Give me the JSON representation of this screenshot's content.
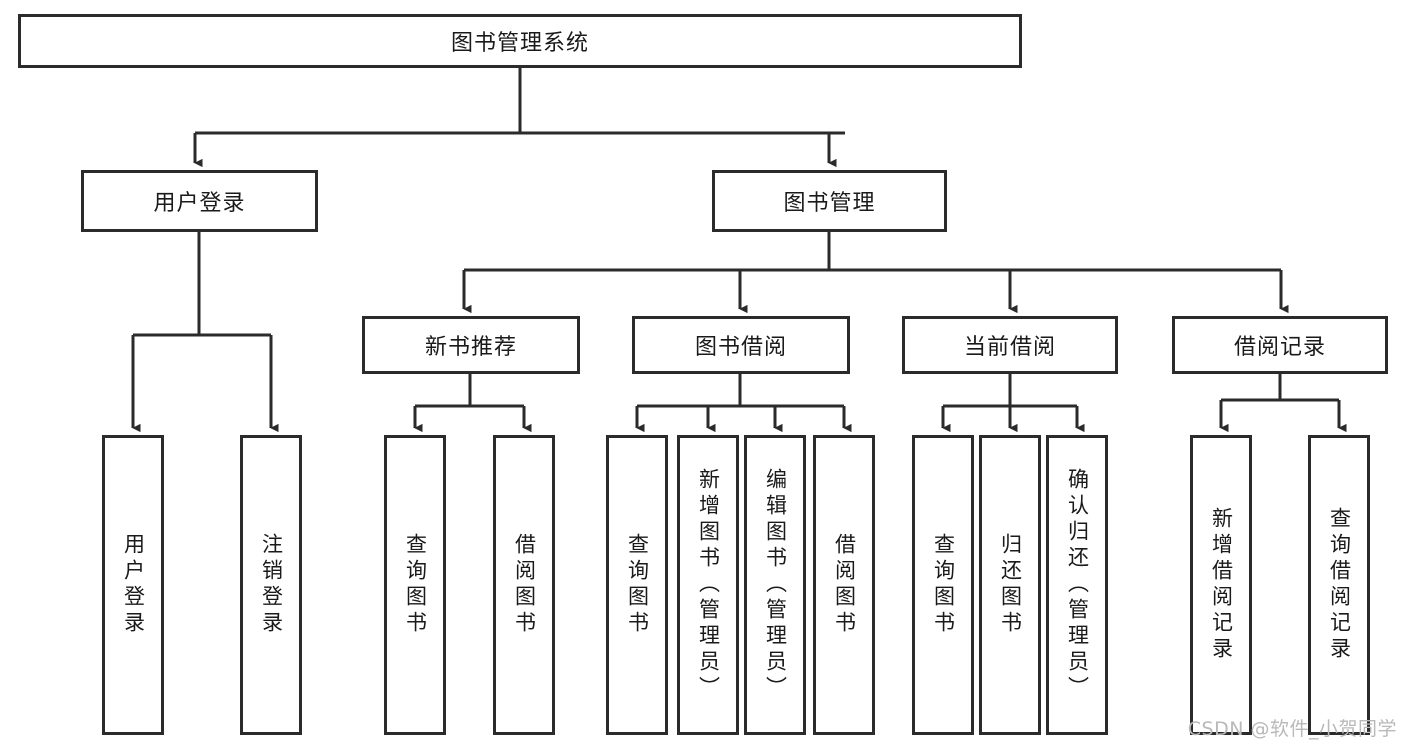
{
  "diagram": {
    "title": "图书管理系统",
    "type": "tree-hierarchy-diagram",
    "colors": {
      "stroke": "#2b2b2b",
      "fill": "#ffffff",
      "text": "#1a1a1a",
      "watermark": "#b9b9b9"
    },
    "root": {
      "label": "图书管理系统"
    },
    "level2": [
      {
        "label": "用户登录"
      },
      {
        "label": "图书管理"
      }
    ],
    "level3": [
      {
        "label": "新书推荐"
      },
      {
        "label": "图书借阅"
      },
      {
        "label": "当前借阅"
      },
      {
        "label": "借阅记录"
      }
    ],
    "leaves": {
      "user_login": [
        {
          "label": "用户登录"
        },
        {
          "label": "注销登录"
        }
      ],
      "new_book": [
        {
          "label": "查询图书"
        },
        {
          "label": "借阅图书"
        }
      ],
      "book_borrow": [
        {
          "label": "查询图书"
        },
        {
          "label": "新增图书（管理员）"
        },
        {
          "label": "编辑图书（管理员）"
        },
        {
          "label": "借阅图书"
        }
      ],
      "current_borrow": [
        {
          "label": "查询图书"
        },
        {
          "label": "归还图书"
        },
        {
          "label": "确认归还（管理员）"
        }
      ],
      "borrow_record": [
        {
          "label": "新增借阅记录"
        },
        {
          "label": "查询借阅记录"
        }
      ]
    },
    "watermark": "CSDN @软件_小贺同学"
  }
}
